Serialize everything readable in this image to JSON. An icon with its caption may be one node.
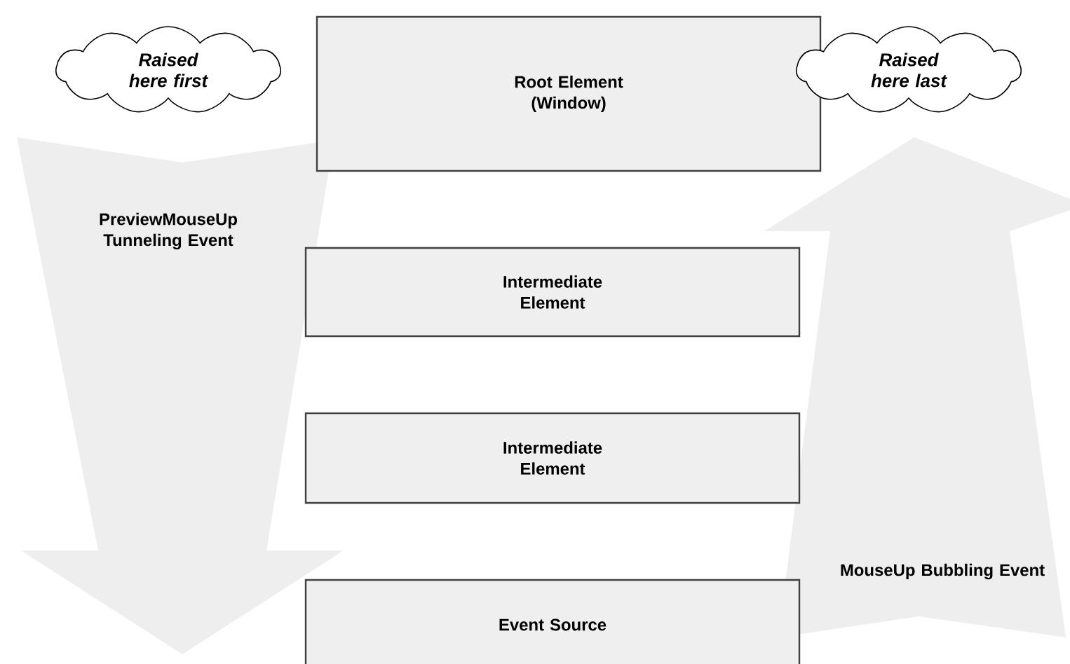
{
  "diagram": {
    "nodes": [
      {
        "text": [
          "Raised here first"
        ]
      },
      {
        "text": [
          "Root Element (Window)"
        ]
      },
      {
        "text": [
          "Raised here last"
        ]
      },
      {
        "text": [
          "Intermediate Element"
        ]
      },
      {
        "text": [
          "Intermediate Element"
        ]
      },
      {
        "text": [
          "Event Source"
        ]
      }
    ],
    "labels": [
      "PreviewMouseUp Tunneling Event",
      "MouseUp Bubbling Event"
    ]
  }
}
